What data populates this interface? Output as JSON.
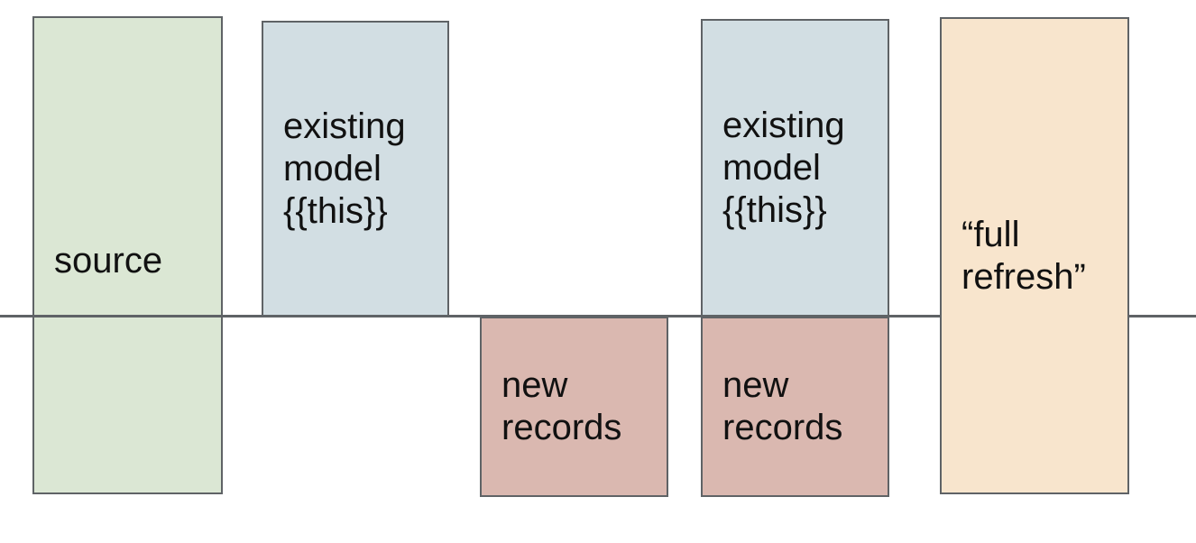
{
  "canvas": {
    "background": "#ffffff"
  },
  "colors": {
    "border": "#5f6366",
    "line": "#5f6366",
    "text": "#111111",
    "green_fill": "#dbe7d4",
    "blue_fill": "#d2dee3",
    "red_fill": "#dab8b0",
    "orange_fill": "#f8e5cd"
  },
  "line": {
    "name": "incremental-cutoff-line",
    "color": "#5f6366"
  },
  "boxes": [
    {
      "id": "source",
      "label": "source",
      "fill": "#dbe7d4"
    },
    {
      "id": "existing-model-1",
      "label": "existing\nmodel\n{{this}}",
      "fill": "#d2dee3"
    },
    {
      "id": "new-records-1",
      "label": "new\nrecords",
      "fill": "#dab8b0"
    },
    {
      "id": "existing-model-2",
      "label": "existing\nmodel\n{{this}}",
      "fill": "#d2dee3"
    },
    {
      "id": "new-records-2",
      "label": "new\nrecords",
      "fill": "#dab8b0"
    },
    {
      "id": "full-refresh",
      "label": "“full\nrefresh”",
      "fill": "#f8e5cd"
    }
  ]
}
